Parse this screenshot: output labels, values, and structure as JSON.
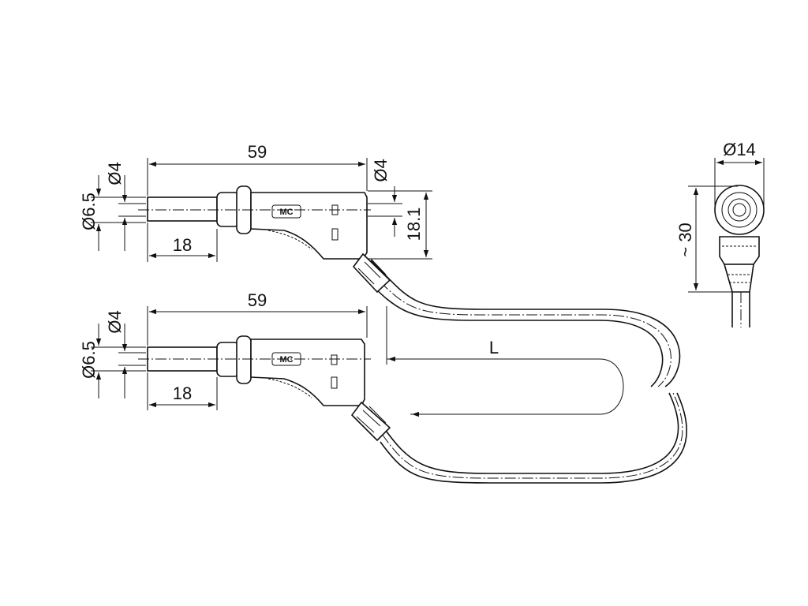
{
  "dimensions": {
    "top_length": "59",
    "top_pin_diam": "Ø4",
    "top_body_diam": "Ø6.5",
    "top_pin_length": "18",
    "top_socket_diam": "Ø4",
    "top_height": "18.1",
    "bottom_length": "59",
    "bottom_pin_diam": "Ø4",
    "bottom_body_diam": "Ø6.5",
    "bottom_pin_length": "18",
    "cable_length": "L",
    "end_view_diam": "Ø14",
    "end_view_height": "~ 30"
  },
  "logo": {
    "text": "MC"
  }
}
